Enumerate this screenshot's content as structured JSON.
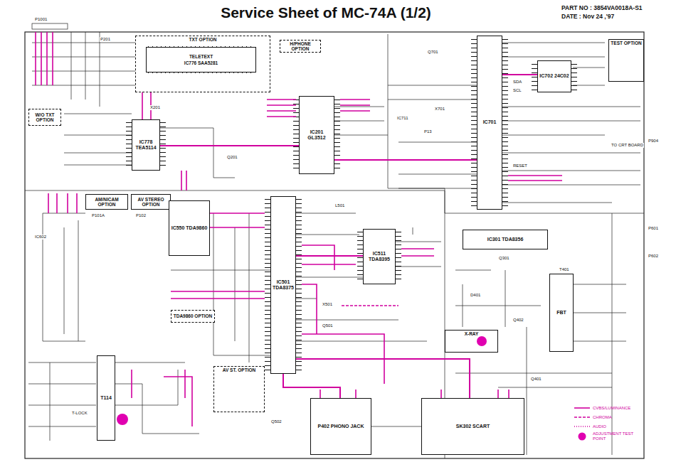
{
  "diagram": {
    "title": "Service Sheet of MC-74A (1/2)",
    "nodes": [
      {
        "text": [
          "TXT OPTION"
        ]
      },
      {
        "text": [
          "TELETEXT",
          "IC776 SAA5281"
        ],
        "in": 0
      },
      {
        "text": [
          "H/PHONE OPTION"
        ]
      },
      {
        "text": [
          "IC201 GL3512"
        ]
      },
      {
        "text": [
          "IC701"
        ]
      },
      {
        "text": [
          "TEST OPTION"
        ]
      },
      {
        "text": [
          "IC702 24C02"
        ]
      },
      {
        "text": [
          "W/O TXT OPTION"
        ]
      },
      {
        "text": [
          "IC778 TEA5114"
        ]
      },
      {
        "text": [
          "AM/NICAM OPTION"
        ]
      },
      {
        "text": [
          "AV STEREO OPTION"
        ]
      },
      {
        "text": [
          "IC501 TDA8375"
        ]
      },
      {
        "text": [
          "IC550 TDA9860"
        ]
      },
      {
        "text": [
          "TDA9860 OPTION"
        ]
      },
      {
        "text": [
          "IC511 TDA8395"
        ]
      },
      {
        "text": [
          "IC301 TDA8356"
        ]
      },
      {
        "text": [
          "X-RAY"
        ]
      },
      {
        "text": [
          "AV ST. OPTION"
        ]
      },
      {
        "text": [
          "P402 PHONO JACK"
        ]
      },
      {
        "text": [
          "SK302 SCART"
        ]
      },
      {
        "text": [
          "T114"
        ]
      },
      {
        "text": [
          "FBT"
        ]
      }
    ],
    "edges": [
      {
        "from": 8,
        "to": 3,
        "arrow": "none"
      },
      {
        "from": 3,
        "to": 4,
        "arrow": "none"
      },
      {
        "from": 4,
        "to": 6,
        "arrow": "none"
      },
      {
        "from": 11,
        "to": 14,
        "arrow": "none"
      },
      {
        "from": 11,
        "to": 18,
        "arrow": "none"
      },
      {
        "from": 11,
        "to": 19,
        "arrow": "none"
      }
    ],
    "labels": [
      "PART NO : 3854VA0018A-S1",
      "DATE : Nov 24 ,'97",
      "P1001",
      "Q201",
      "X201",
      "P201",
      "Q701",
      "X701",
      "P13",
      "IC711",
      "RESET",
      "SDA",
      "SCL",
      "P904",
      "TO CRT BOARD",
      "P601",
      "P602",
      "T401",
      "Q401",
      "Q402",
      "D401",
      "L501",
      "Q501",
      "X501",
      "P101A",
      "P102",
      "IC602",
      "T-LOCK",
      "Q502",
      "Q301"
    ],
    "legend": [
      {
        "text": "CVBS/LUMINANCE"
      },
      {
        "text": "CHROMA"
      },
      {
        "text": "AUDIO"
      },
      {
        "text": "ADJUSTMENT TEST POINT"
      }
    ]
  }
}
